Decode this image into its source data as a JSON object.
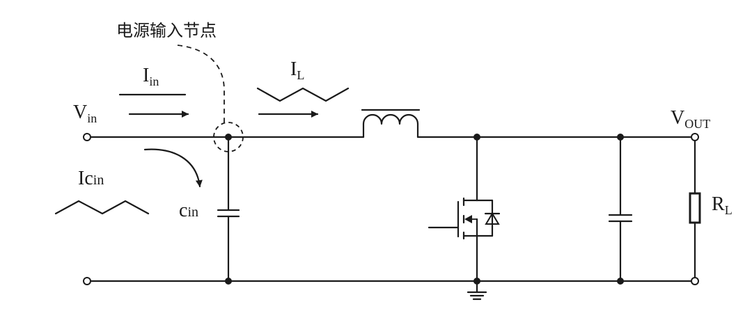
{
  "annotation": {
    "node_label": "电源输入节点"
  },
  "labels": {
    "vin_main": "V",
    "vin_sub": "in",
    "iin_main": "I",
    "iin_sub": "in",
    "il_main": "I",
    "il_sub": "L",
    "icin_main": "Ic",
    "icin_sub": "in",
    "cin_main": "c",
    "cin_sub": "in",
    "vout_main": "V",
    "vout_sub": "OUT",
    "rl_main": "R",
    "rl_sub": "L"
  }
}
